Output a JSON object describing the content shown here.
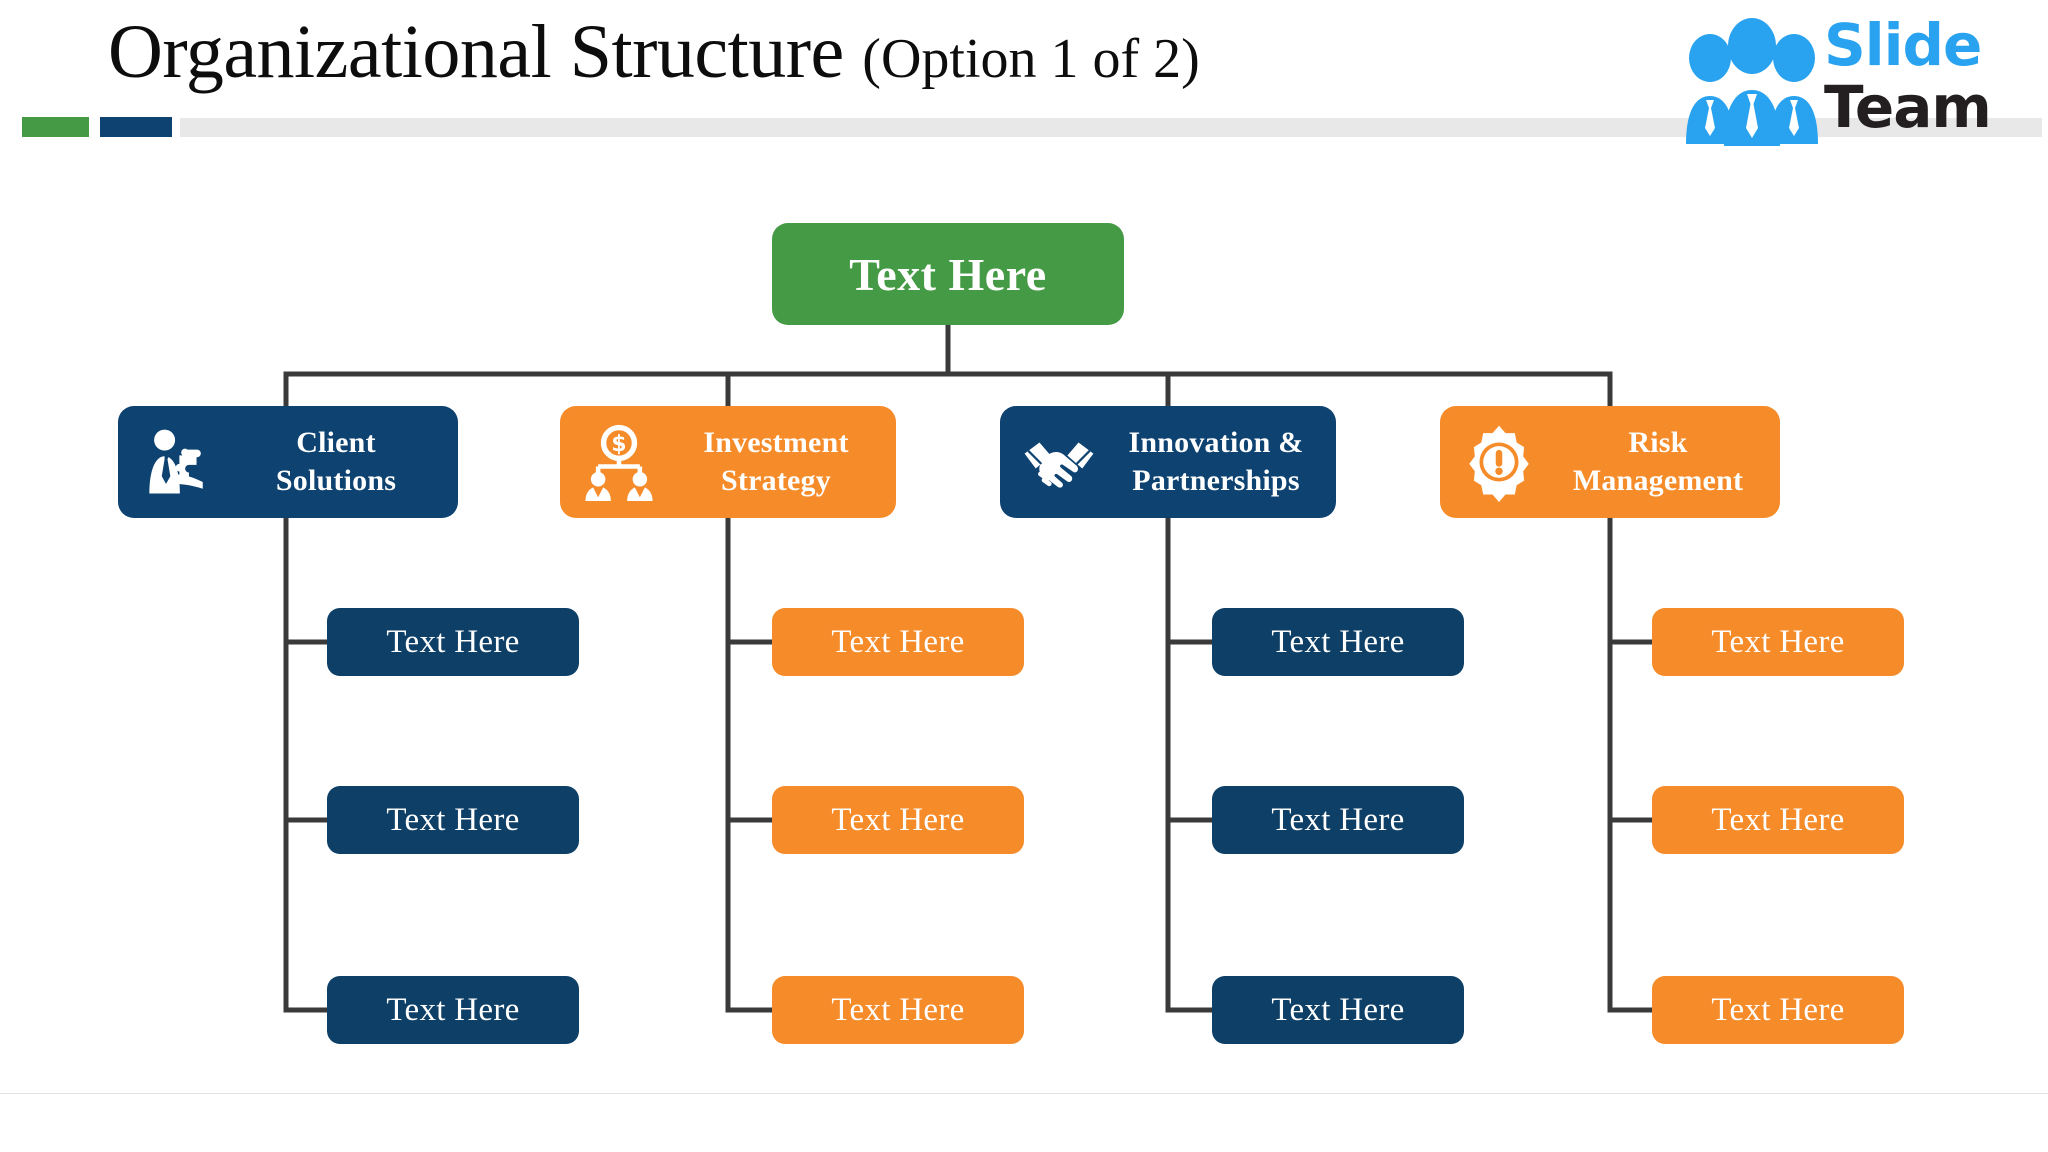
{
  "header": {
    "title_main": "Organizational Structure",
    "title_sub": "(Option 1 of 2)",
    "accent_green": "#459b45",
    "accent_navy": "#0d4271",
    "accent_gray": "#e8e8e8"
  },
  "logo": {
    "word_top": "Slide",
    "word_bottom": "Team",
    "blue": "#29a3f0",
    "black": "#231f20"
  },
  "chart": {
    "root": {
      "label": "Text Here",
      "color": "#459b45"
    },
    "branches": [
      {
        "label_line1": "Client",
        "label_line2": "Solutions",
        "icon": "businessman-puzzle-icon",
        "color": "#0d4271",
        "leaf_color": "#0e3f66",
        "leaves": [
          {
            "label": "Text Here"
          },
          {
            "label": "Text Here"
          },
          {
            "label": "Text Here"
          }
        ]
      },
      {
        "label_line1": "Investment",
        "label_line2": "Strategy",
        "icon": "dollar-hierarchy-icon",
        "color": "#f68b29",
        "leaf_color": "#f68b29",
        "leaves": [
          {
            "label": "Text Here"
          },
          {
            "label": "Text Here"
          },
          {
            "label": "Text Here"
          }
        ]
      },
      {
        "label_line1": "Innovation &",
        "label_line2": "Partnerships",
        "icon": "handshake-icon",
        "color": "#0d4271",
        "leaf_color": "#0e3f66",
        "leaves": [
          {
            "label": "Text Here"
          },
          {
            "label": "Text Here"
          },
          {
            "label": "Text Here"
          }
        ]
      },
      {
        "label_line1": "Risk",
        "label_line2": "Management",
        "icon": "gear-alert-icon",
        "color": "#f68b29",
        "leaf_color": "#f68b29",
        "leaves": [
          {
            "label": "Text Here"
          },
          {
            "label": "Text Here"
          },
          {
            "label": "Text Here"
          }
        ]
      }
    ],
    "connector_color": "#3a3a3a"
  }
}
